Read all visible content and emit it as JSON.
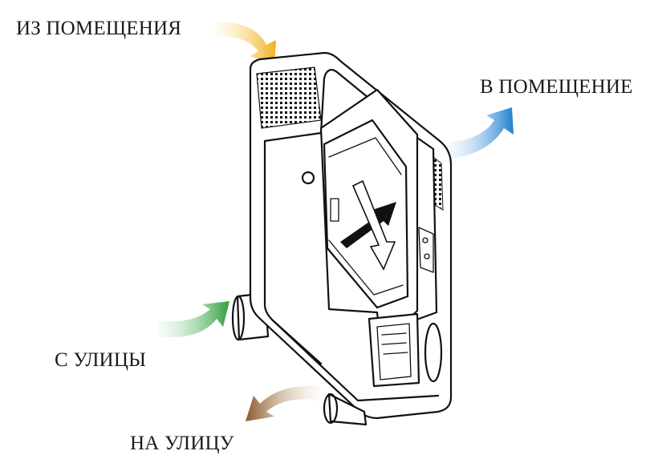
{
  "labels": {
    "from_room": "ИЗ ПОМЕЩЕНИЯ",
    "to_room": "В ПОМЕЩЕНИЕ",
    "from_outside": "С УЛИЦЫ",
    "to_outside": "НА УЛИЦУ"
  },
  "colors": {
    "from_room_arrow": "#f2b01e",
    "to_room_arrow": "#1f7fd0",
    "from_outside_arrow": "#2f9e3c",
    "to_outside_arrow": "#8a5a28",
    "outline": "#111111"
  }
}
